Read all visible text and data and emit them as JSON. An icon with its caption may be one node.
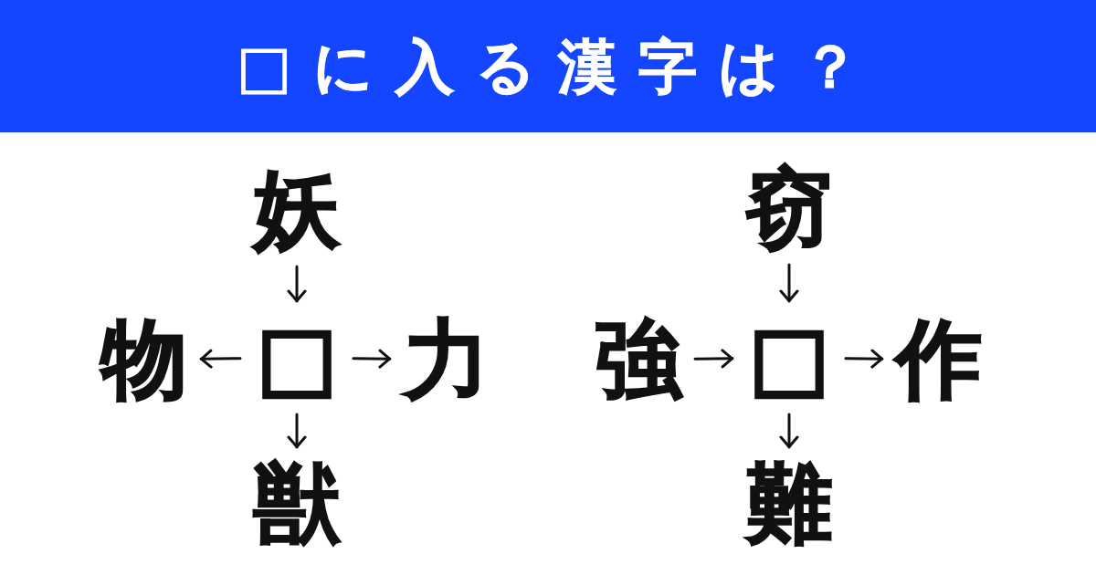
{
  "diagram": {
    "title": "□に入る漢字は？",
    "nodes": [
      {
        "text": [
          "妖"
        ]
      },
      {
        "text": [
          "物"
        ]
      },
      {
        "text": [
          "□"
        ]
      },
      {
        "text": [
          "力"
        ]
      },
      {
        "text": [
          "獣"
        ]
      },
      {
        "text": [
          "窃"
        ]
      },
      {
        "text": [
          "強"
        ]
      },
      {
        "text": [
          "□"
        ]
      },
      {
        "text": [
          "作"
        ]
      },
      {
        "text": [
          "難"
        ]
      }
    ],
    "edges": [
      {
        "from": 0,
        "to": 2,
        "arrow": "to"
      },
      {
        "from": 2,
        "to": 1,
        "arrow": "to"
      },
      {
        "from": 2,
        "to": 3,
        "arrow": "to"
      },
      {
        "from": 2,
        "to": 4,
        "arrow": "to"
      },
      {
        "from": 5,
        "to": 7,
        "arrow": "to"
      },
      {
        "from": 6,
        "to": 7,
        "arrow": "to"
      },
      {
        "from": 7,
        "to": 8,
        "arrow": "to"
      },
      {
        "from": 7,
        "to": 9,
        "arrow": "to"
      }
    ]
  }
}
